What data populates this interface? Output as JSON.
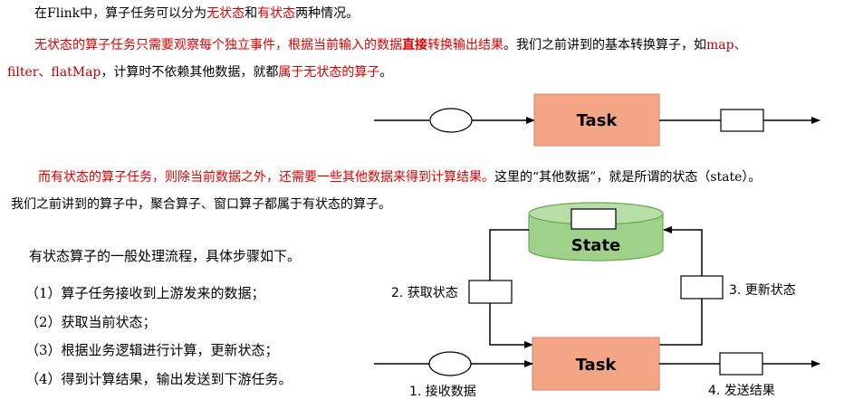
{
  "para1": {
    "text_a": "在Flink中，算子任务可以分为",
    "stateless": "无状态",
    "and": "和",
    "stateful": "有状态",
    "text_b": "两种情况。"
  },
  "para2": {
    "line1_a": "无状态的算子任务只需要观察每个独立事件，根据当前输入的数据",
    "line1_bold": "直接",
    "line1_b": "转换输出结果",
    "line1_c": "。我们之前讲到的基本转换算子，如",
    "map": "map",
    "sep1": "、",
    "filter": "filter",
    "sep2": "、",
    "flatmap": "flatMap",
    "line2_a": "，计算时不依赖其他数据，就都",
    "line2_red": "属于无状态的算子",
    "line2_b": "。"
  },
  "para3": {
    "line1_red": "而有状态的算子任务，则除当前数据之外，还需要一些其他数据来得到计算结果。",
    "line1_b": "这里的“其他数据”，就是所谓的状态（state）。",
    "line2": "我们之前讲到的算子中，聚合算子、窗口算子都属于有状态的算子。"
  },
  "steps": {
    "intro": "有状态算子的一般处理流程，具体步骤如下。",
    "items": [
      "（1）算子任务接收到上游发来的数据；",
      "（2）获取当前状态；",
      "（3）根据业务逻辑进行计算，更新状态；",
      "（4）得到计算结果，输出发送到下游任务。"
    ]
  },
  "diagram_stateless": {
    "task_label": "Task"
  },
  "diagram_stateful": {
    "state_label": "State",
    "task_label": "Task",
    "get_state": "2. 获取状态",
    "update_state": "3. 更新状态",
    "receive": "1. 接收数据",
    "send": "4. 发送结果"
  },
  "colors": {
    "task_fill": "#f4a585",
    "task_stroke": "#d9825e",
    "state_fill": "#9fd18a",
    "state_stroke": "#6aa84f",
    "highlight_red": "#e00000"
  }
}
